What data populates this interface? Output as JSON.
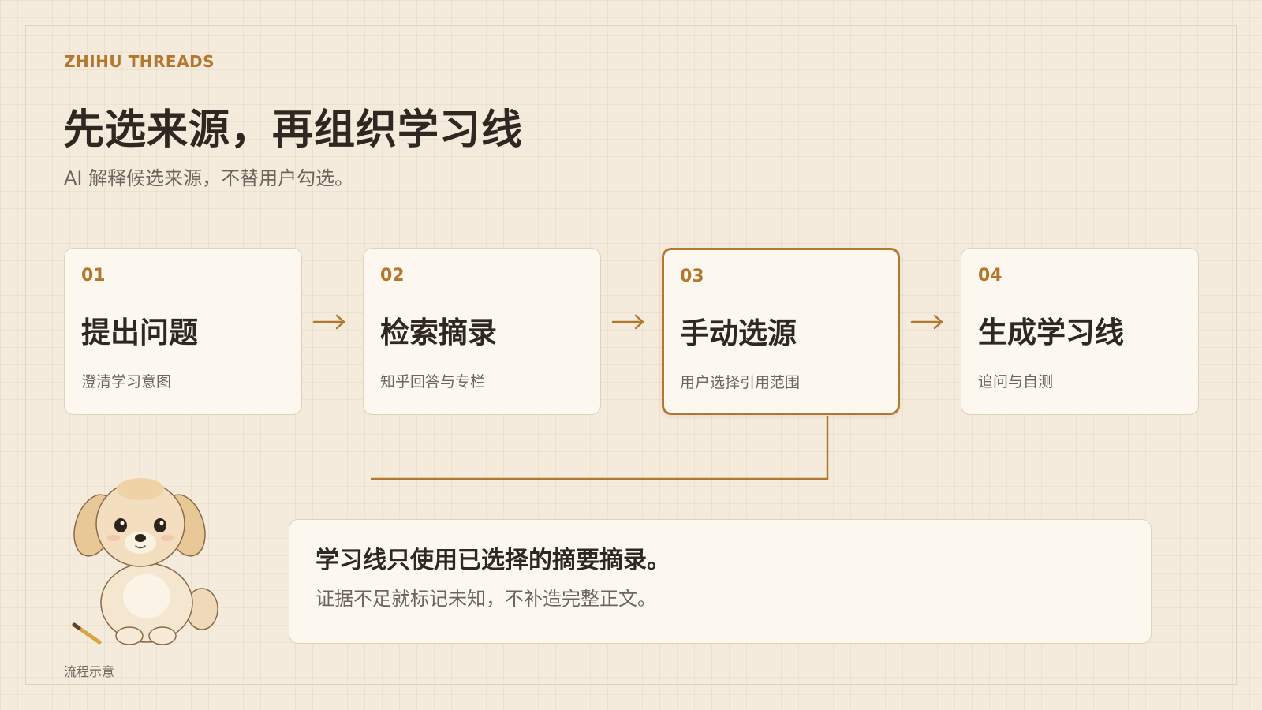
{
  "brand": "ZHIHU THREADS",
  "title": "先选来源，再组织学习线",
  "subtitle": "AI 解释候选来源，不替用户勾选。",
  "steps": [
    {
      "number": "01",
      "name": "提出问题",
      "desc": "澄清学习意图",
      "active": false
    },
    {
      "number": "02",
      "name": "检索摘录",
      "desc": "知乎回答与专栏",
      "active": false
    },
    {
      "number": "03",
      "name": "手动选源",
      "desc": "用户选择引用范围",
      "active": true
    },
    {
      "number": "04",
      "name": "生成学习线",
      "desc": "追问与自测",
      "active": false
    }
  ],
  "note": {
    "title": "学习线只使用已选择的摘要摘录。",
    "desc": "证据不足就标记未知，不补造完整正文。"
  },
  "caption": "流程示意",
  "icons": {
    "arrow": "arrow-right-icon",
    "mascot": "puppy-illustration"
  },
  "colors": {
    "accent": "#b3782f",
    "background": "#f4ebdd",
    "card": "#fcf8f0",
    "text": "#2f2822",
    "muted": "#6d655d"
  }
}
